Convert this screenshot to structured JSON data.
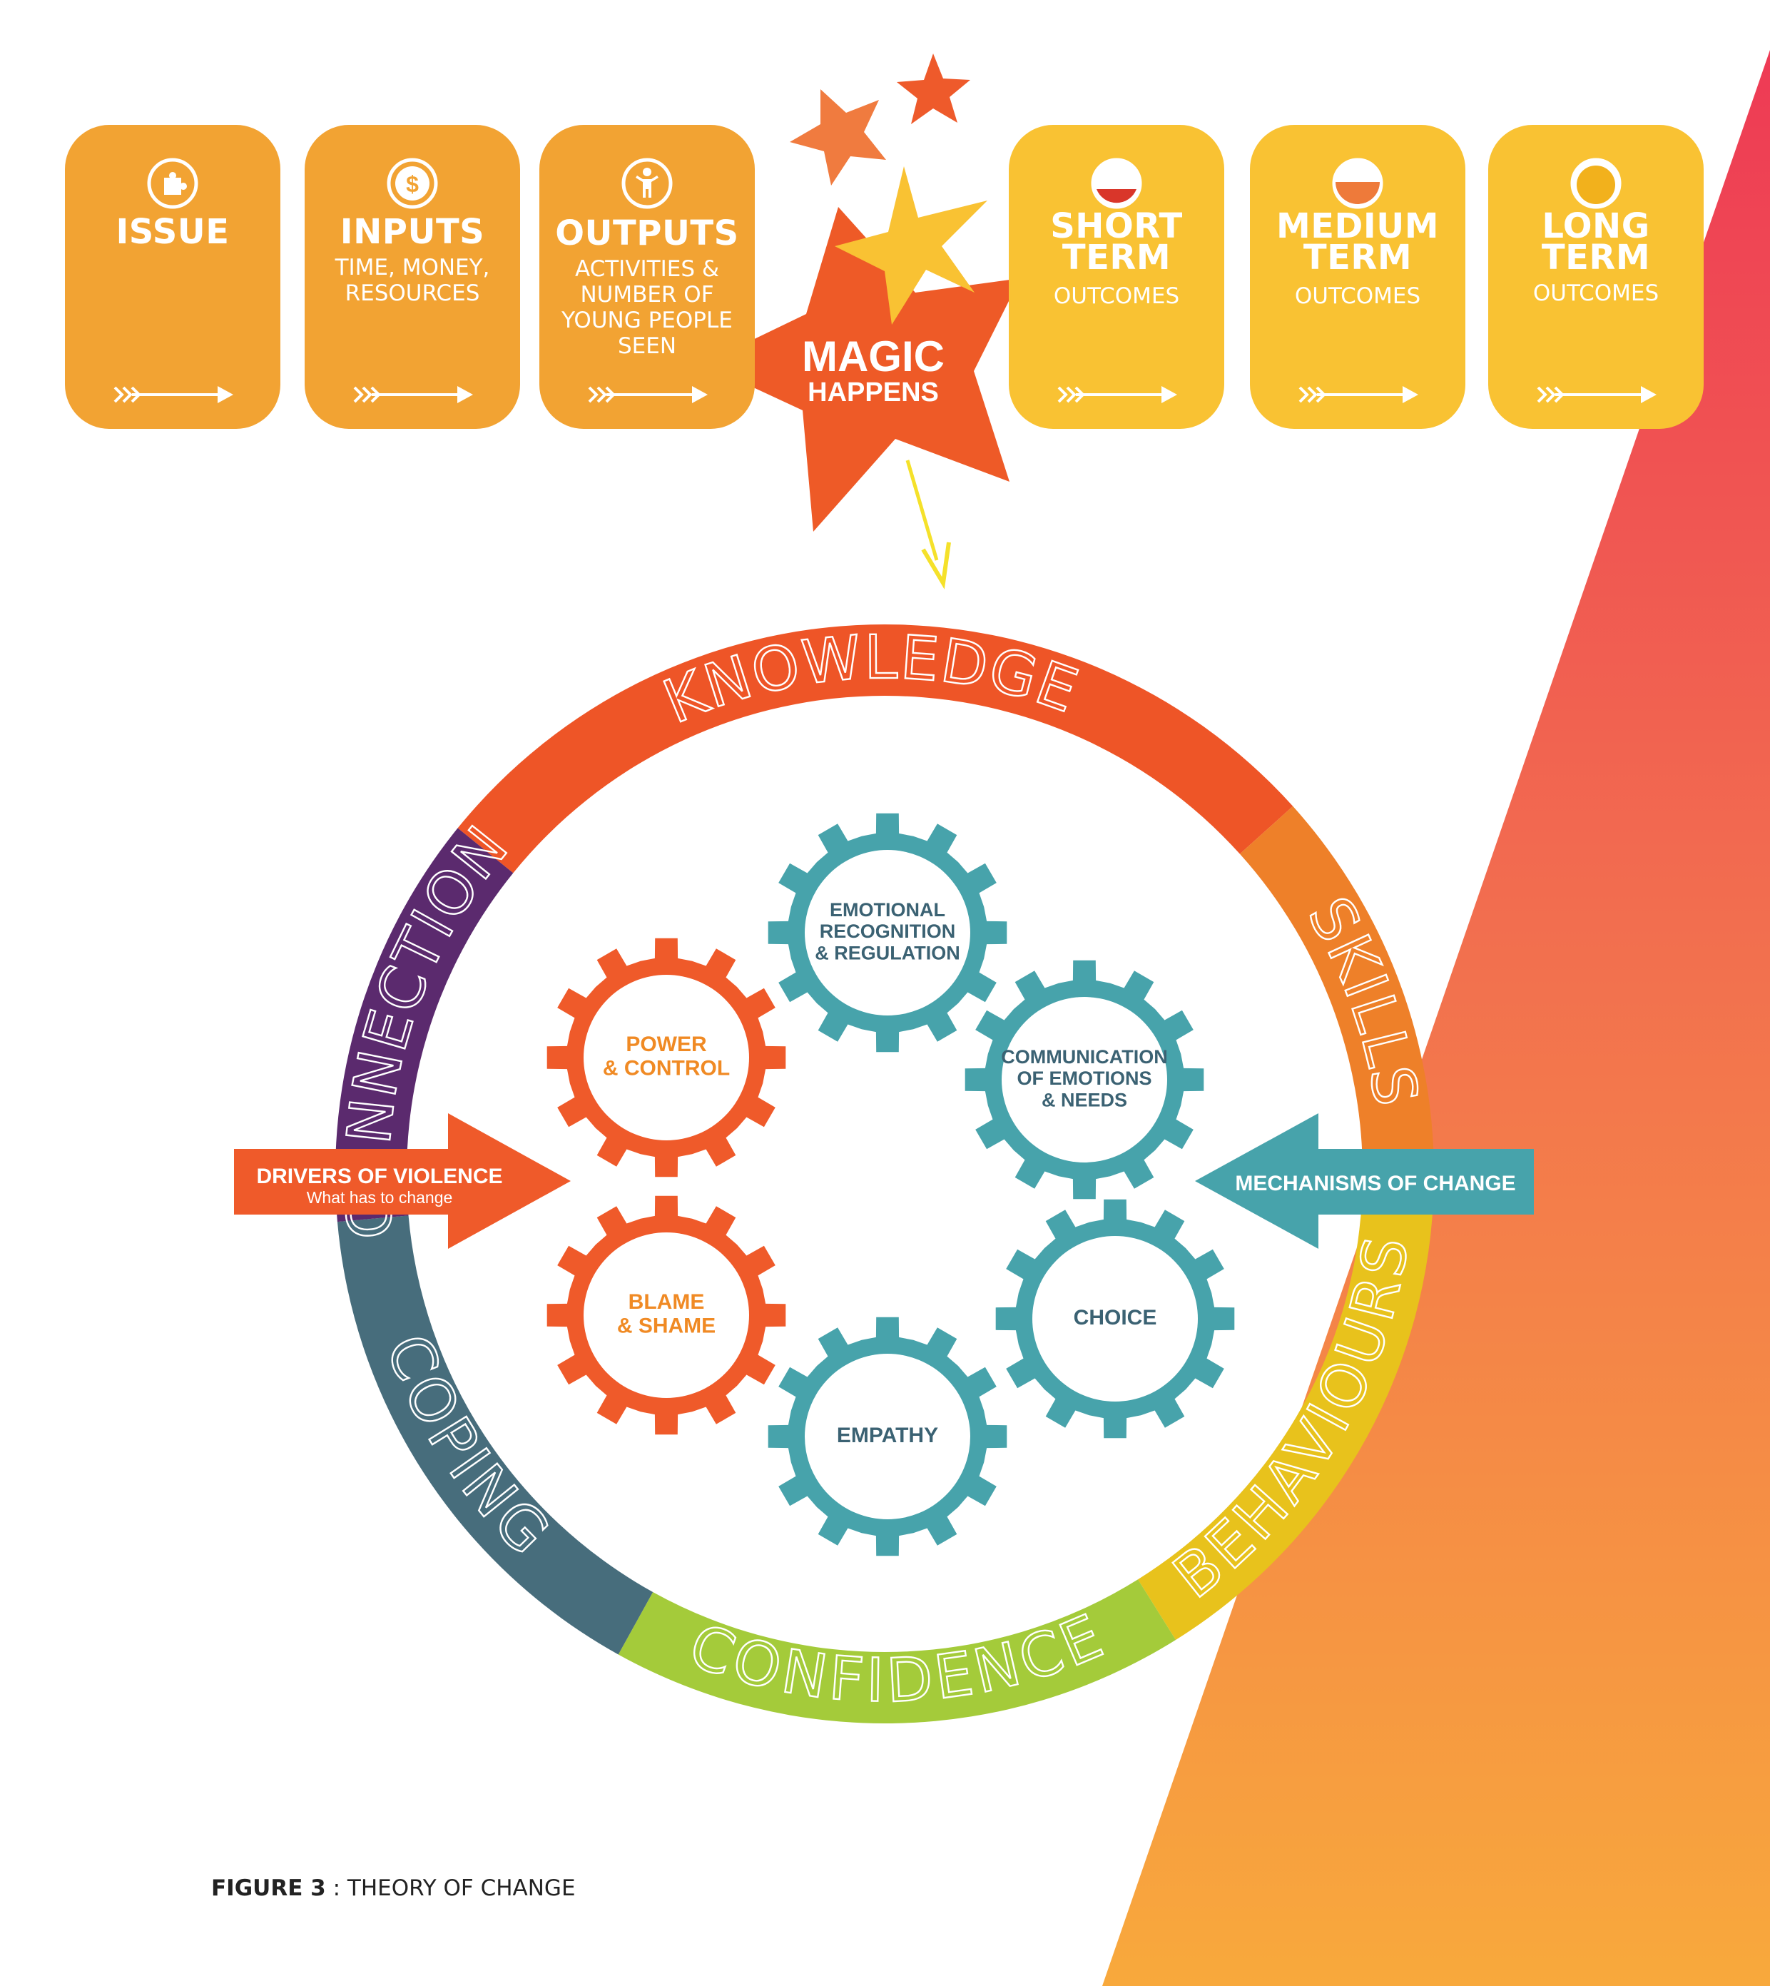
{
  "pipeline": {
    "boxes": [
      {
        "title": "ISSUE",
        "subtitle": "",
        "icon": "puzzle-icon",
        "color": "#F2A333"
      },
      {
        "title": "INPUTS",
        "subtitle": "TIME, MONEY, RESOURCES",
        "icon": "dollar-icon",
        "color": "#F2A333"
      },
      {
        "title": "OUTPUTS",
        "subtitle": "ACTIVITIES & NUMBER OF YOUNG PEOPLE SEEN",
        "icon": "person-icon",
        "color": "#F2A333"
      },
      {
        "title": "SHORT TERM",
        "subtitle": "OUTCOMES",
        "icon": "gauge-low-icon",
        "color": "#F9C233"
      },
      {
        "title": "MEDIUM TERM",
        "subtitle": "OUTCOMES",
        "icon": "gauge-medium-icon",
        "color": "#F9C233"
      },
      {
        "title": "LONG TERM",
        "subtitle": "OUTCOMES",
        "icon": "gauge-full-icon",
        "color": "#F9C233"
      }
    ],
    "magic": {
      "line1": "MAGIC",
      "line2": "HAPPENS"
    }
  },
  "ring": {
    "segments": [
      {
        "label": "KNOWLEDGE",
        "color": "#EE5527"
      },
      {
        "label": "SKILLS",
        "color": "#EE8029"
      },
      {
        "label": "BEHAVIOURS",
        "color": "#E8C21C"
      },
      {
        "label": "CONFIDENCE",
        "color": "#A4CB3A"
      },
      {
        "label": "COPING",
        "color": "#476D7C"
      },
      {
        "label": "CONNECTION",
        "color": "#5B2A6E"
      }
    ]
  },
  "gears": {
    "emotional": [
      "EMOTIONAL",
      "RECOGNITION",
      "& REGULATION"
    ],
    "communication": [
      "COMMUNICATION",
      "OF EMOTIONS",
      "& NEEDS"
    ],
    "choice": [
      "CHOICE"
    ],
    "empathy": [
      "EMPATHY"
    ],
    "power": [
      "POWER",
      "& CONTROL"
    ],
    "blame": [
      "BLAME",
      "& SHAME"
    ]
  },
  "drivers": {
    "title": "DRIVERS OF VIOLENCE",
    "subtitle": "What has to change"
  },
  "mechanisms": {
    "title": "MECHANISMS OF CHANGE"
  },
  "caption": {
    "bold": "FIGURE 3",
    "rest": " : THEORY OF CHANGE"
  },
  "colors": {
    "teal": "#47A3AB",
    "orange_gear": "#EF5A2A",
    "gear_text_teal": "#3B6273",
    "gear_text_orange": "#F08A24"
  }
}
